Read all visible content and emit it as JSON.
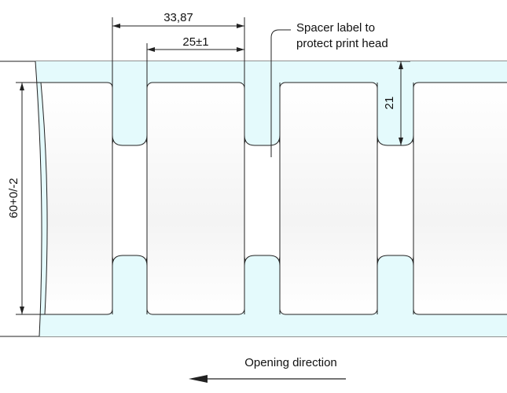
{
  "dimensions": {
    "pitch": "33,87",
    "label_width": "25±1",
    "notch_height": "21",
    "label_height": "60+0/-2"
  },
  "callout": {
    "line1": "Spacer label to",
    "line2": "protect print head"
  },
  "direction": {
    "label": "Opening direction"
  },
  "colors": {
    "liner": "#e4fafc",
    "label": "#ffffff",
    "stroke": "#222222"
  }
}
